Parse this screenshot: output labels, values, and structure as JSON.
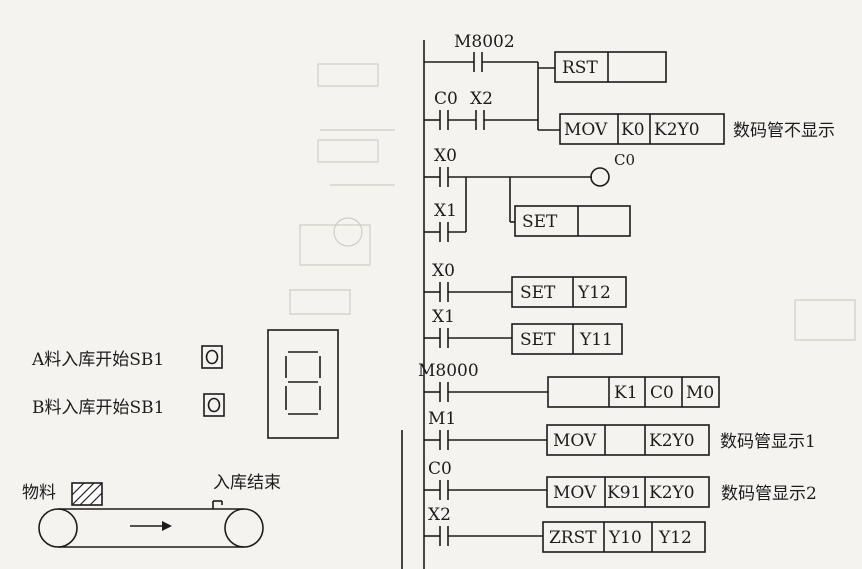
{
  "ladder": {
    "contacts": {
      "m8002": "M8002",
      "c0_a": "C0",
      "x2_a": "X2",
      "x0_a": "X0",
      "x1_a": "X1",
      "x0_b": "X0",
      "x1_b": "X1",
      "m8000": "M8000",
      "m1": "M1",
      "c0_b": "C0",
      "x2_b": "X2"
    },
    "coil_c0": "C0",
    "instr": {
      "rst": [
        "RST",
        ""
      ],
      "mov_k0": [
        "MOV",
        "K0",
        "K2Y0"
      ],
      "set_blank": [
        "SET",
        ""
      ],
      "set_y12": [
        "SET",
        "Y12"
      ],
      "set_y11": [
        "SET",
        "Y11"
      ],
      "cmp": [
        "",
        "K1",
        "C0",
        "M0"
      ],
      "mov_blank": [
        "MOV",
        "",
        "K2Y0"
      ],
      "mov_k91": [
        "MOV",
        "K91",
        "K2Y0"
      ],
      "zrst": [
        "ZRST",
        "Y10",
        "Y12"
      ]
    },
    "comments": {
      "no_display": "数码管不显示",
      "display1": "数码管显示1",
      "display2": "数码管显示2"
    }
  },
  "panel": {
    "button_a": "A料入库开始SB1",
    "button_b": "B料入库开始SB1",
    "material": "物料",
    "storage_end": "入库结束"
  }
}
